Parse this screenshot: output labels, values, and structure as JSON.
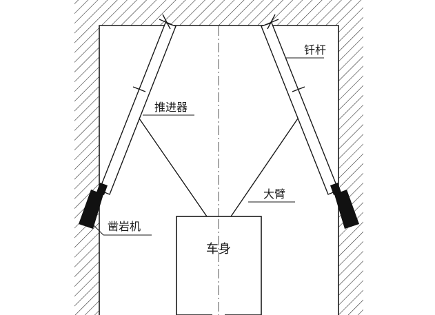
{
  "labels": {
    "drill_rod": "钎杆",
    "feeder": "推进器",
    "boom": "大臂",
    "rock_drill": "凿岩机",
    "vehicle_body": "车身"
  },
  "colors": {
    "line": "#1a1a1a",
    "hatch": "#333333",
    "background": "#ffffff",
    "drill_fill": "#111111"
  }
}
